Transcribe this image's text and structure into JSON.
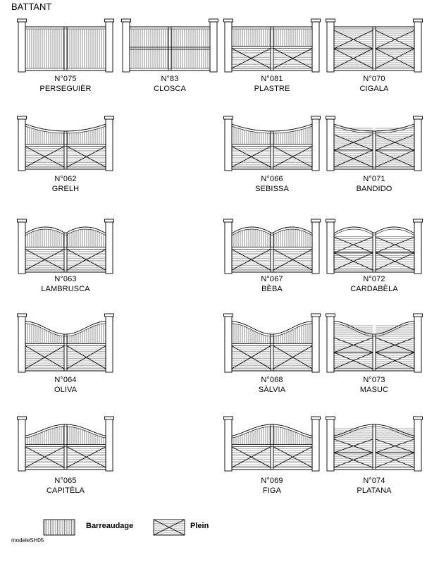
{
  "page": {
    "title": "BATTANT",
    "model_code": "modeleSH05"
  },
  "gates": [
    {
      "number": "N°075",
      "name": "PERSEGUIÈR",
      "top": "flat",
      "fill": "bars"
    },
    {
      "number": "N°83",
      "name": "CLOSCA",
      "top": "flat",
      "fill": "bars-rail"
    },
    {
      "number": "N°081",
      "name": "PLASTRE",
      "top": "flat",
      "fill": "bars-cross"
    },
    {
      "number": "N°070",
      "name": "CIGALA",
      "top": "flat",
      "fill": "cross"
    },
    {
      "number": "N°062",
      "name": "GRELH",
      "top": "arch",
      "fill": "bars-cross"
    },
    {
      "number": "N°066",
      "name": "SEBISSA",
      "top": "arch",
      "fill": "bars-cross"
    },
    {
      "number": "N°071",
      "name": "BANDIDO",
      "top": "arch",
      "fill": "cross"
    },
    {
      "number": "N°063",
      "name": "LAMBRUSCA",
      "top": "double-arch",
      "fill": "bars-cross"
    },
    {
      "number": "N°067",
      "name": "BÈBA",
      "top": "double-arch",
      "fill": "bars-cross"
    },
    {
      "number": "N°072",
      "name": "CARDABÈLA",
      "top": "double-arch",
      "fill": "cross"
    },
    {
      "number": "N°064",
      "name": "OLIVA",
      "top": "wave",
      "fill": "bars-cross"
    },
    {
      "number": "N°068",
      "name": "SÀLVIA",
      "top": "wave",
      "fill": "bars-cross"
    },
    {
      "number": "N°073",
      "name": "MASUC",
      "top": "wave",
      "fill": "cross"
    },
    {
      "number": "N°065",
      "name": "CAPITÈLA",
      "top": "swan",
      "fill": "bars-cross"
    },
    {
      "number": "N°069",
      "name": "FIGA",
      "top": "swan",
      "fill": "bars-cross"
    },
    {
      "number": "N°074",
      "name": "PLATANA",
      "top": "swan",
      "fill": "cross"
    }
  ],
  "legend": [
    {
      "label": "Barreaudage",
      "pattern": "bars"
    },
    {
      "label": "Plein",
      "pattern": "cross"
    }
  ]
}
